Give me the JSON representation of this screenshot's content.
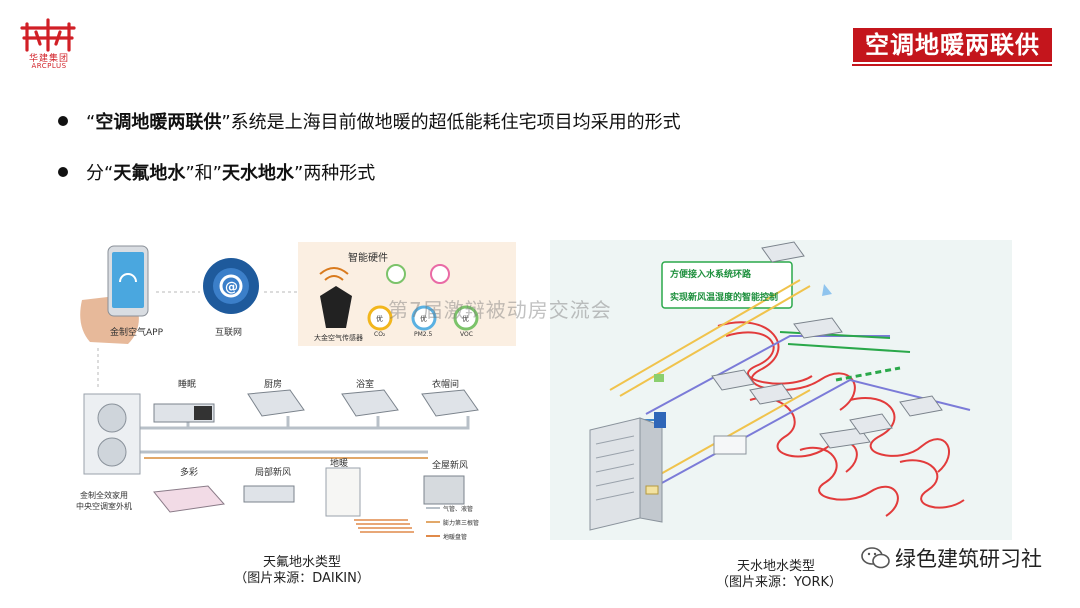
{
  "header": {
    "logo_cn": "华建集团",
    "logo_en": "ARCPLUS",
    "title": "空调地暖两联供"
  },
  "bullets": [
    {
      "q1": "“",
      "bold": "空调地暖两联供",
      "q2": "”",
      "text": "系统是上海目前做地暖的超低能耗住宅项目均采用的形式"
    },
    {
      "pre": "分",
      "q1": "“",
      "b1": "天氟地水",
      "q2": "”",
      "mid": "和”",
      "b2": "天水地水",
      "q3": "”",
      "post": "两种形式"
    }
  ],
  "left_diagram": {
    "smart_hw": "智能硬件",
    "app": "金制空气APP",
    "internet": "互联网",
    "sensor": "大金空气传感器",
    "dials": [
      "优",
      "优",
      "优"
    ],
    "dial_sub": [
      "CO₂",
      "PM2.5",
      "VOC"
    ],
    "rooms_top": [
      "睡眠",
      "厨房",
      "浴室",
      "衣帽间"
    ],
    "rooms_bottom": [
      "多彩",
      "局部新风",
      "地暖",
      "全屋新风"
    ],
    "outdoor": "金制全效家用",
    "outdoor2": "中央空调室外机",
    "legend": [
      "气管、液管",
      "膨力第三根管",
      "地暖盘管"
    ],
    "caption1": "天氟地水类型",
    "caption2": "（图片来源：DAIKIN）"
  },
  "right_diagram": {
    "callout1": "方便接入水系统环路",
    "callout2": "实现新风温湿度的智能控制",
    "caption1": "天水地水类型",
    "caption2": "（图片来源：YORK）"
  },
  "watermark": "第7届激辩被动房交流会",
  "footer": "绿色建筑研习社",
  "colors": {
    "brand_red": "#c4151c",
    "accent_green": "#2aa84a"
  }
}
